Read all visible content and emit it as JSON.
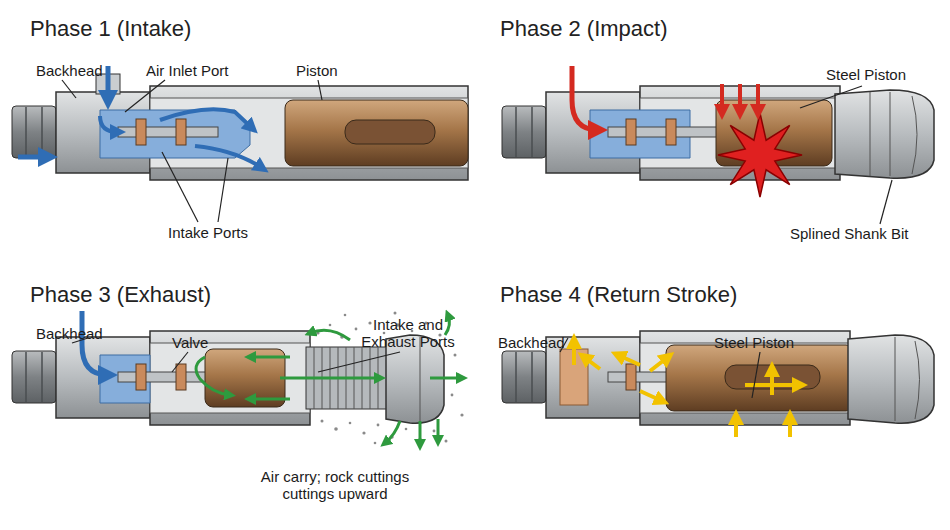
{
  "diagram": {
    "labels": [
      "Phase 1 (Intake)",
      "Backhead",
      "Air Inlet Port",
      "Piston",
      "Intake Ports",
      "Phase 2 (Impact)",
      "Steel Piston",
      "Splined Shank Bit",
      "Phase 3 (Exhaust)",
      "Backhead",
      "Valve",
      "Intake and Exhaust Ports",
      "Air carry; rock cuttings cuttings upward",
      "Phase 4 (Return Stroke)",
      "Backhead",
      "Steel Piston"
    ]
  }
}
